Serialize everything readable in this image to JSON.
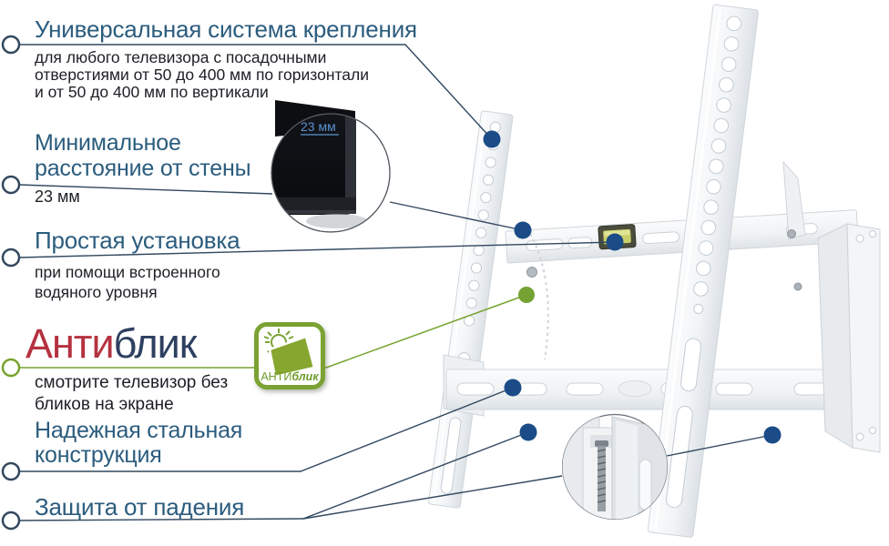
{
  "title": "Инфографика кронштейна для телевизора",
  "colors": {
    "heading": "#2b5c7e",
    "body_text": "#1d1f26",
    "callout_line": "#32485f",
    "callout_dot": "#1b4c87",
    "green_accent": "#76a32e",
    "anti_red": "#b53240",
    "anti_navy": "#2e4060",
    "badge_green": "#7ba232"
  },
  "sections": {
    "universal": {
      "title": "Универсальная система крепления",
      "body": "для любого телевизора с посадочными\nотверстиями от 50 до 400 мм по горизонтали\nи от 50 до 400 мм по вертикали"
    },
    "min_distance": {
      "title": "Минимальное\nрасстояние от стены",
      "value": "23 мм"
    },
    "easy_install": {
      "title": "Простая установка",
      "body": "при помощи встроенного\nводяного уровня"
    },
    "antiglare": {
      "title_red": "Анти",
      "title_navy": "блик",
      "body": "смотрите телевизор без\nбликов на экране"
    },
    "steel": {
      "title": "Надежная стальная\nконструкция"
    },
    "fall_protection": {
      "title": "Защита от падения"
    }
  },
  "insets": {
    "wall_distance_label": "23 мм"
  },
  "badge": {
    "prefix": "АНТИ",
    "suffix": "блик"
  }
}
